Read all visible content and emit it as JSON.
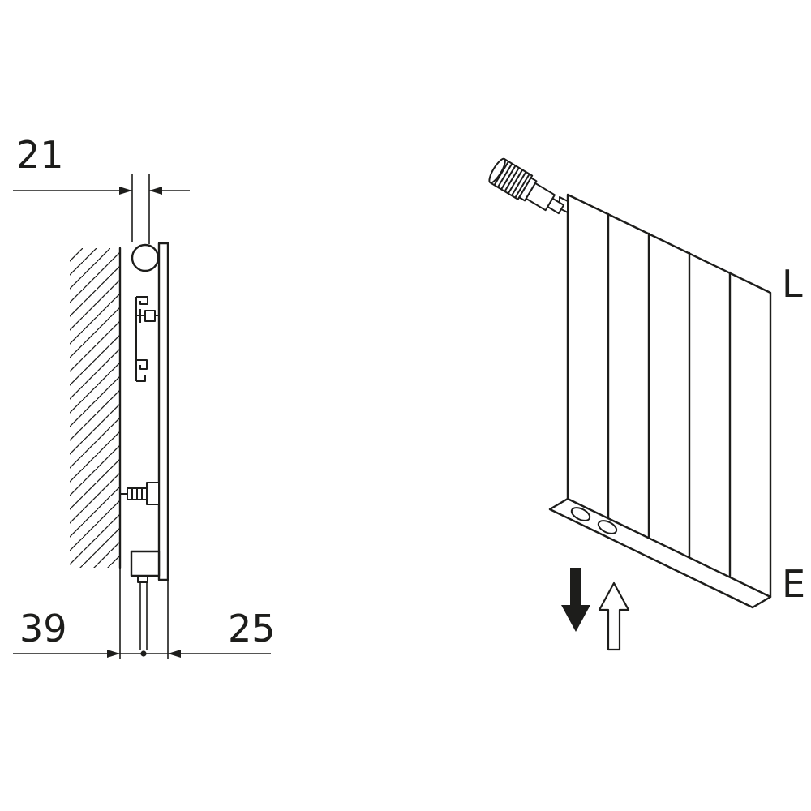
{
  "diagram": {
    "kind": "radiator wall-mounting technical drawing",
    "colors": {
      "line": "#1d1d1b",
      "background": "#ffffff",
      "arrow_fill": "#1d1d1b"
    },
    "side_view": {
      "dim_top": "21",
      "dim_bottom_left": "39",
      "dim_bottom_right": "25"
    },
    "perspective_view": {
      "label_top_connection": "L",
      "label_bottom_connection": "E"
    }
  }
}
